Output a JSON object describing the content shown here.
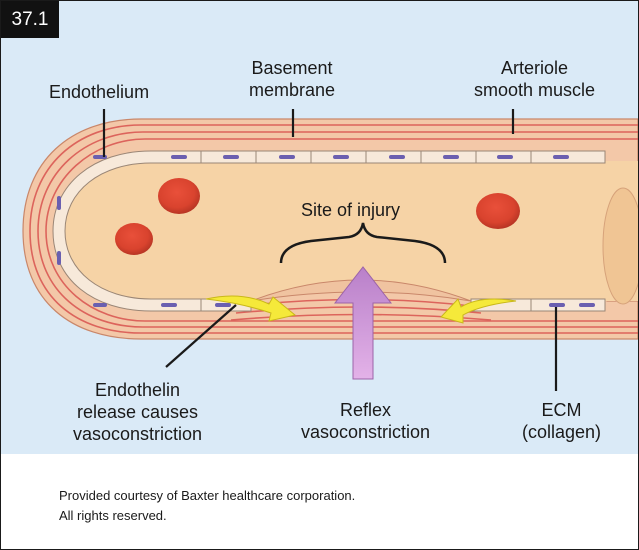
{
  "figure": {
    "badge": "37.1",
    "labels": {
      "endothelium": "Endothelium",
      "basement_membrane": [
        "Basement",
        "membrane"
      ],
      "arteriole_smooth_muscle": [
        "Arteriole",
        "smooth muscle"
      ],
      "site_of_injury": "Site of injury",
      "endothelin": [
        "Endothelin",
        "release causes",
        "vasoconstriction"
      ],
      "reflex": [
        "Reflex",
        "vasoconstriction"
      ],
      "ecm": [
        "ECM",
        "(collagen)"
      ]
    },
    "colors": {
      "background": "#daeaf7",
      "vessel_wall": "#f3c8a8",
      "muscle_stripes": "#d9534f",
      "lumen": "#f6d3a6",
      "endothelial_cell": "#f7e9da",
      "nucleus": "#6a5fb0",
      "red_blood_cell": "#d9432e",
      "yellow_arrow": "#f5e93a",
      "reflex_arrow": "#c58ad0"
    }
  },
  "credit": {
    "line1": "Provided courtesy of Baxter healthcare corporation.",
    "line2": "All rights reserved."
  }
}
